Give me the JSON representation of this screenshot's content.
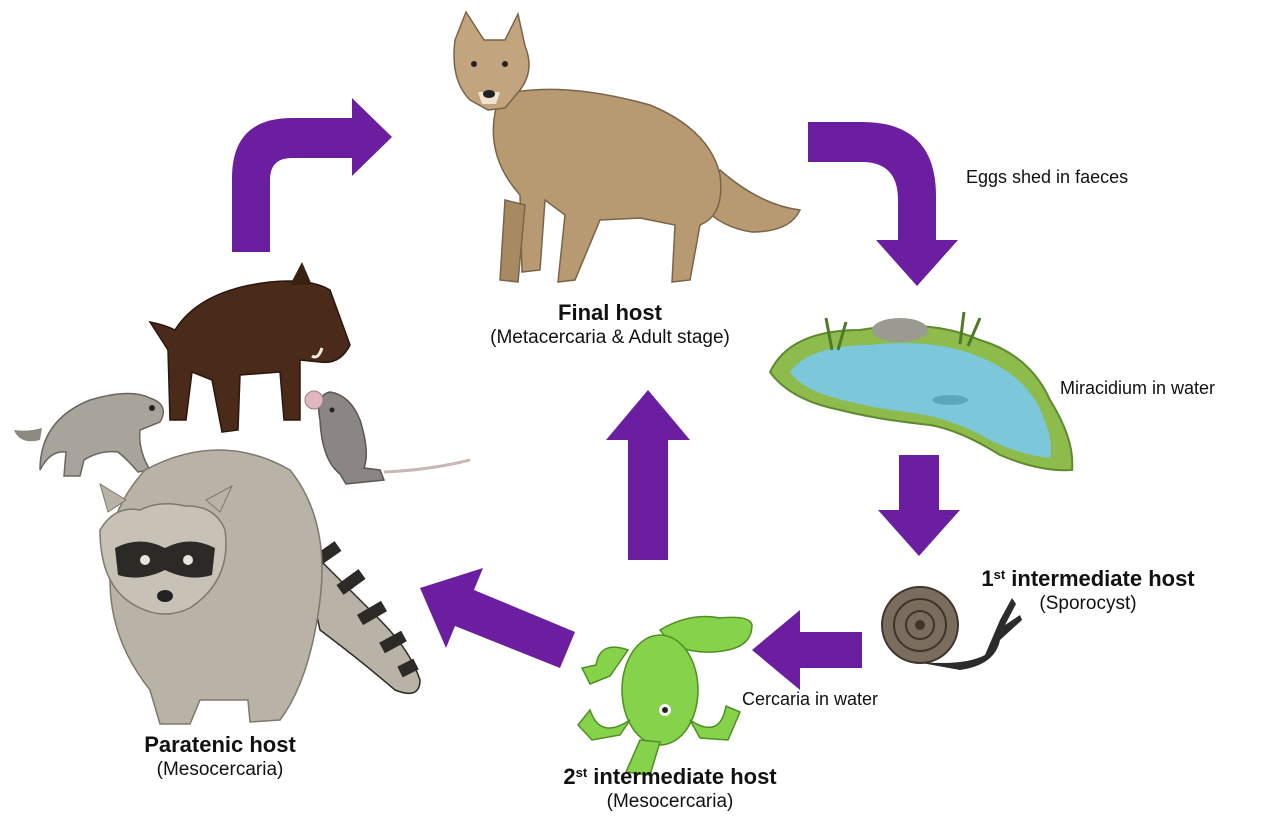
{
  "colors": {
    "arrow": "#6b1fa0",
    "water": "#7cc7d9",
    "grass": "#9bc24a",
    "frog": "#86d24a",
    "wolf": "#b89a72",
    "boar": "#4a2a18",
    "raccoon": "#b9b2a6",
    "snail_shell": "#7a6d5e",
    "snail_body": "#2b2b2b"
  },
  "final_host": {
    "title": "Final host",
    "subtitle": "(Metacercaria & Adult stage)",
    "icon": "wolf-illustration"
  },
  "eggs_note": "Eggs shed in faeces",
  "water_stage": {
    "note": "Miracidium in water",
    "icon": "pond-illustration"
  },
  "first_intermediate": {
    "num": "1",
    "sup": "st",
    "title_rest": " intermediate host",
    "subtitle": "(Sporocyst)",
    "icon": "snail-illustration"
  },
  "cercaria_note": "Cercaria in water",
  "second_intermediate": {
    "num": "2",
    "sup": "st",
    "title_rest": " intermediate host",
    "subtitle": "(Mesocercaria)",
    "icon": "frog-tadpole-illustration"
  },
  "paratenic_host": {
    "title": "Paratenic host",
    "subtitle": "(Mesocercaria)",
    "icons": [
      "raccoon-illustration",
      "boar-illustration",
      "ferret-illustration",
      "rat-illustration"
    ]
  }
}
